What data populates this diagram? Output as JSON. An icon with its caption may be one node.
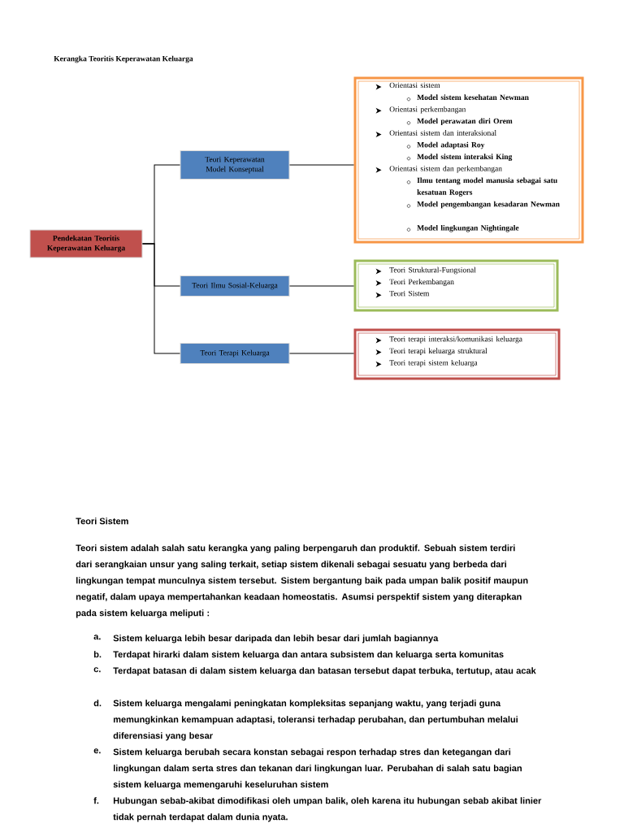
{
  "diagram": {
    "title": "Kerangka Teoritis Keperawatan Keluarga",
    "nodes": [
      {
        "text": [
          "Pendekatan Teoritis Keperawatan Keluarga"
        ]
      },
      {
        "text": [
          "Teori Keperawatan Model Konseptual"
        ]
      },
      {
        "text": [
          "Teori Ilmu Sosial-Keluarga"
        ]
      },
      {
        "text": [
          "Teori Terapi Keluarga"
        ]
      },
      {
        "text": [
          "Orientasi sistem",
          "Model sistem kesehatan Newman",
          "Orientasi perkembangan",
          "Model perawatan diri Orem",
          "Orientasi sistem dan interaksional",
          "Model adaptasi Roy",
          "Model sistem interaksi King",
          "Orientasi sistem dan perkembangan",
          "Ilmu tentang model manusia sebagai satu kesatuan Rogers",
          "Model pengembangan kesadaran Newman",
          "Model lingkungan Nightingale"
        ]
      },
      {
        "text": [
          "Teori Struktural-Fungsional",
          "Teori Perkembangan",
          "Teori Sistem"
        ]
      },
      {
        "text": [
          "Teori terapi interaksi/komunikasi keluarga",
          "Teori terapi keluarga struktural",
          "Teori terapi sistem keluarga"
        ]
      }
    ],
    "edges": [
      {
        "from": 0,
        "to": 1,
        "arrow": "none"
      },
      {
        "from": 0,
        "to": 2,
        "arrow": "none"
      },
      {
        "from": 0,
        "to": 3,
        "arrow": "none"
      },
      {
        "from": 1,
        "to": 4,
        "arrow": "none"
      },
      {
        "from": 2,
        "to": 5,
        "arrow": "none"
      },
      {
        "from": 3,
        "to": 6,
        "arrow": "none"
      }
    ],
    "labels": [
      "Teori Sistem",
      "Teori sistem adalah salah satu kerangka yang paling berpengaruh dan produktif. Sebuah sistem terdiri dari serangkaian unsur yang saling terkait, setiap sistem dikenali sebagai sesuatu yang berbeda dari lingkungan tempat munculnya sistem tersebut. Sistem bergantung baik pada umpan balik positif maupun negatif, dalam upaya mempertahankan keadaan homeostatis. Asumsi perspektif sistem yang diterapkan pada sistem keluarga meliputi :",
      "a.",
      "Sistem keluarga lebih besar daripada dan lebih besar dari jumlah bagiannya",
      "b.",
      "Terdapat hirarki dalam sistem keluarga dan antara subsistem dan keluarga serta komunitas",
      "c.",
      "Terdapat batasan di dalam sistem keluarga dan batasan tersebut dapat terbuka, tertutup, atau acak",
      "d.",
      "Sistem keluarga mengalami peningkatan kompleksitas sepanjang waktu, yang terjadi guna memungkinkan kemampuan adaptasi, toleransi terhadap perubahan, dan pertumbuhan melalui diferensiasi yang besar",
      "e.",
      "Sistem keluarga berubah secara konstan sebagai respon terhadap stres dan ketegangan dari lingkungan dalam serta stres dan tekanan dari lingkungan luar. Perubahan di salah satu bagian sistem keluarga memengaruhi keseluruhan sistem",
      "f.",
      "Hubungan sebab-akibat dimodifikasi oleh umpan balik, oleh karena itu hubungan sebab akibat linier tidak pernah terdapat dalam dunia nyata."
    ]
  }
}
